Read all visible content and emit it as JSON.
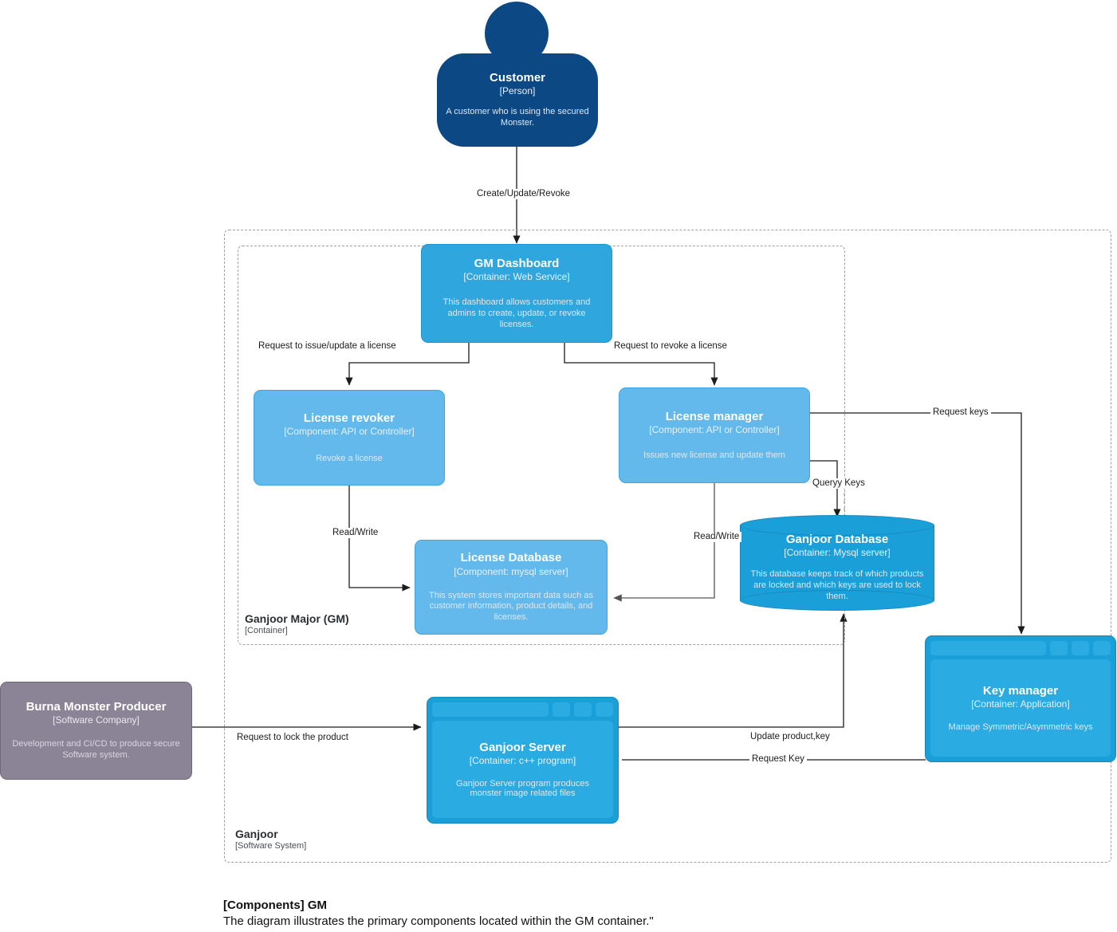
{
  "diagram": {
    "caption_title": "[Components] GM",
    "caption_body": "The diagram illustrates the primary components located within the GM container.\""
  },
  "boundaries": [
    {
      "id": "gm",
      "title": "Ganjoor Major (GM)",
      "subtitle": "[Container]"
    },
    {
      "id": "ganjoor",
      "title": "Ganjoor",
      "subtitle": "[Software System]"
    }
  ],
  "nodes": {
    "customer": {
      "title": "Customer",
      "subtitle": "[Person]",
      "description": "A customer who is using the secured Monster.",
      "color": "#0b4884"
    },
    "burna": {
      "title": "Burna Monster Producer",
      "subtitle": "[Software Company]",
      "description": "Development and CI/CD to produce secure Software system.",
      "color": "#8a8496"
    },
    "gm_dashboard": {
      "title": "GM Dashboard",
      "subtitle": "[Container: Web Service]",
      "description": "This dashboard allows customers and admins to create, update, or revoke licenses.",
      "color": "#2fa6dd"
    },
    "license_revoker": {
      "title": "License revoker",
      "subtitle": "[Component: API or Controller]",
      "description": "Revoke a license",
      "color": "#63b9ec"
    },
    "license_manager": {
      "title": "License manager",
      "subtitle": "[Component: API or Controller]",
      "description": "Issues new license and update them",
      "color": "#63b9ec"
    },
    "license_database": {
      "title": "License Database",
      "subtitle": "[Component: mysql server]",
      "description": "This system stores important data such as customer information, product details, and licenses.",
      "color": "#63b9ec"
    },
    "ganjoor_database": {
      "title": "Ganjoor Database",
      "subtitle": "[Container: Mysql server]",
      "description": "This database keeps track of which products are locked and which keys are used to lock them.",
      "color": "#1b9fd8"
    },
    "key_manager": {
      "title": "Key manager",
      "subtitle": "[Container: Application]",
      "description": "Manage Symmetric/Asymmetric keys",
      "color": "#1b9fd8"
    },
    "ganjoor_server": {
      "title": "Ganjoor Server",
      "subtitle": "[Container: c++ program]",
      "description": "Ganjoor Server program produces monster image related files",
      "color": "#1b9fd8"
    }
  },
  "edges": [
    {
      "id": "create-update-revoke",
      "label": "Create/Update/Revoke"
    },
    {
      "id": "request-issue-update",
      "label": "Request to issue/update a license"
    },
    {
      "id": "request-revoke",
      "label": "Request to revoke a license"
    },
    {
      "id": "readwrite-left",
      "label": "Read/Write"
    },
    {
      "id": "readwrite-right",
      "label": "Read/Write"
    },
    {
      "id": "query-keys",
      "label": "Queryy Keys"
    },
    {
      "id": "request-keys",
      "label": "Request keys"
    },
    {
      "id": "request-lock-product",
      "label": "Request to lock the product"
    },
    {
      "id": "update-product-key",
      "label": "Update product,key"
    },
    {
      "id": "request-key",
      "label": "Request Key"
    }
  ]
}
